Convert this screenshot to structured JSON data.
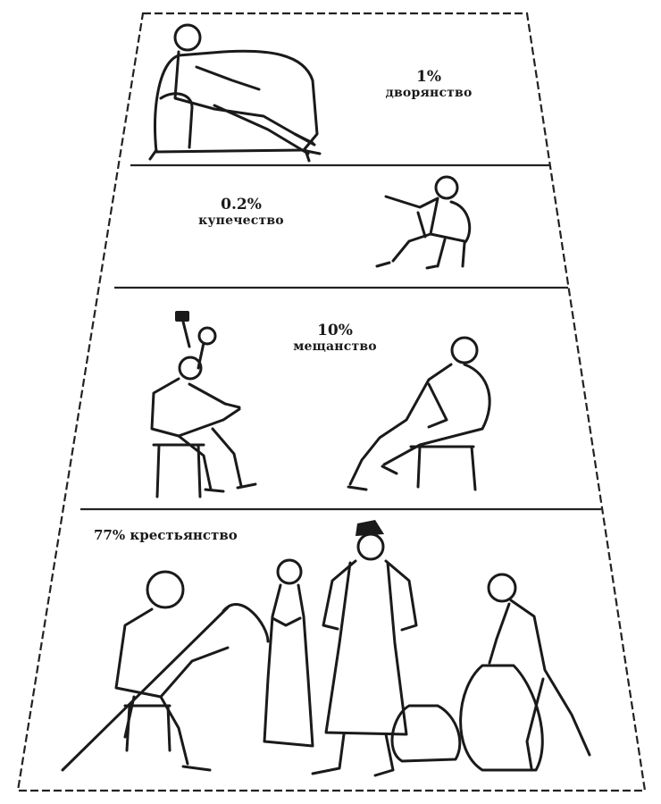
{
  "tiers": [
    {
      "id": "nobility",
      "percent": "1%",
      "label": "дворянство"
    },
    {
      "id": "merchants",
      "percent": "0.2%",
      "label": "купечество"
    },
    {
      "id": "townspeople",
      "percent": "10%",
      "label": "мещанство"
    },
    {
      "id": "peasants",
      "percent": "77%",
      "label": "крестьянство"
    }
  ]
}
